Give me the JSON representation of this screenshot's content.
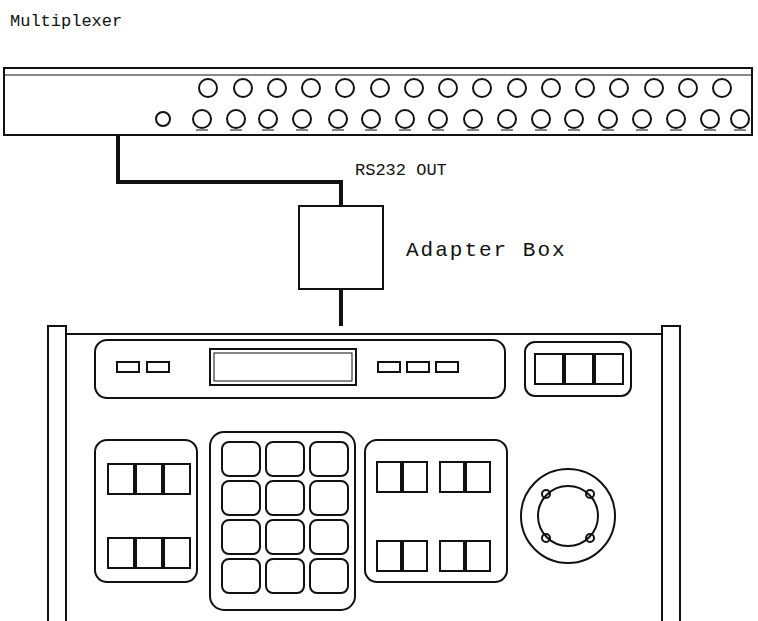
{
  "diagram": {
    "nodes": [
      {
        "text": [
          "Multiplexer"
        ]
      },
      {
        "text": [
          "Adapter Box"
        ]
      }
    ],
    "edges": [
      {
        "from": 0,
        "to": 1,
        "arrow": "none",
        "label": "RS232 OUT"
      }
    ]
  }
}
